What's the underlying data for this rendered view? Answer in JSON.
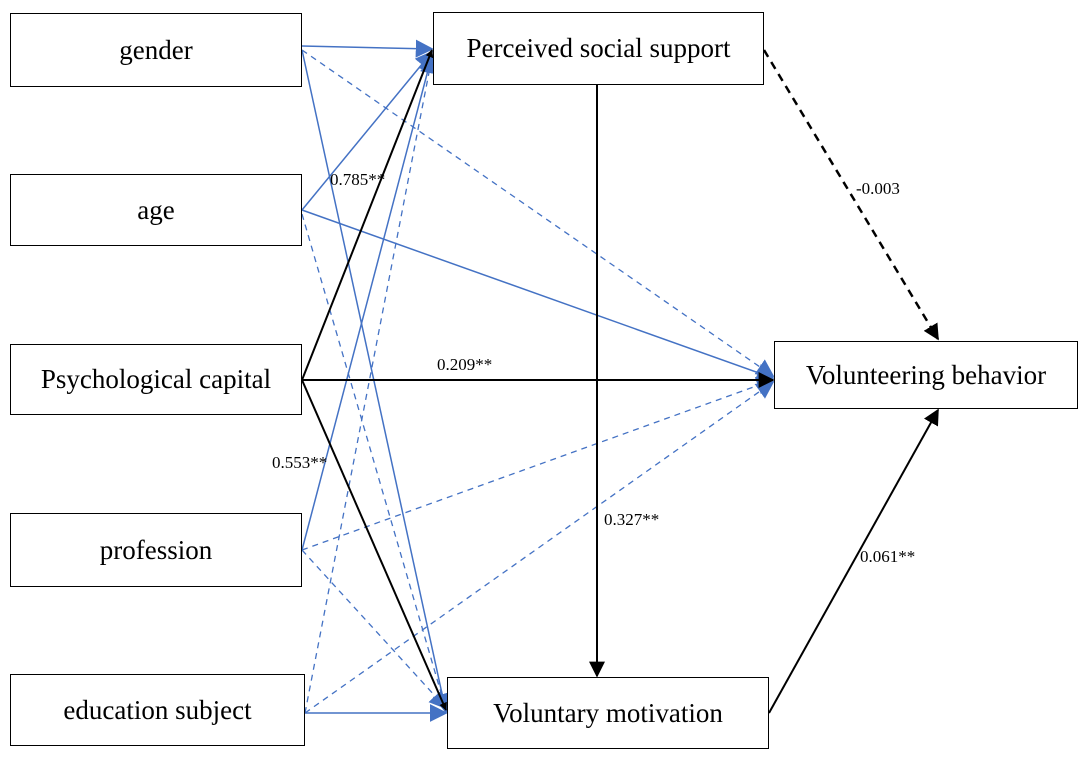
{
  "nodes": {
    "gender": "gender",
    "age": "age",
    "psychological_capital": "Psychological capital",
    "profession": "profession",
    "education_subject": "education subject",
    "perceived_social_support": "Perceived social support",
    "voluntary_motivation": "Voluntary motivation",
    "volunteering_behavior": "Volunteering behavior"
  },
  "coefficients": {
    "psycap_to_pss": "0.785**",
    "psycap_to_vm": "0.553**",
    "psycap_to_vb": "0.209**",
    "pss_to_vm": "0.327**",
    "vm_to_vb": "0.061**",
    "pss_to_vb": "-0.003"
  },
  "colors": {
    "control_path": "#4472c4",
    "main_path": "#000000"
  }
}
